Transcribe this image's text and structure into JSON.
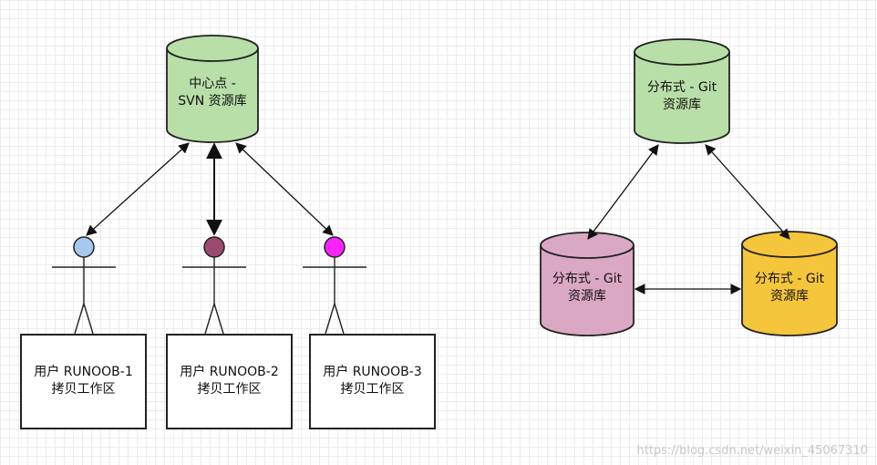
{
  "svn": {
    "repo": {
      "line1": "中心点 -",
      "line2": "SVN 资源库",
      "fill": "#b9dfa8"
    },
    "users": [
      {
        "line1": "用户 RUNOOB-1",
        "line2": "拷贝工作区",
        "head_color": "#a7c9ee"
      },
      {
        "line1": "用户 RUNOOB-2",
        "line2": "拷贝工作区",
        "head_color": "#9b4b72"
      },
      {
        "line1": "用户 RUNOOB-3",
        "line2": "拷贝工作区",
        "head_color": "#ff22ff"
      }
    ]
  },
  "git": {
    "repos": [
      {
        "line1": "分布式 - Git",
        "line2": "资源库",
        "fill": "#b9dfa8"
      },
      {
        "line1": "分布式 - Git",
        "line2": "资源库",
        "fill": "#dba8c3"
      },
      {
        "line1": "分布式 - Git",
        "line2": "资源库",
        "fill": "#f5c63b"
      }
    ]
  },
  "watermark": "https://blog.csdn.net/weixin_45067310"
}
